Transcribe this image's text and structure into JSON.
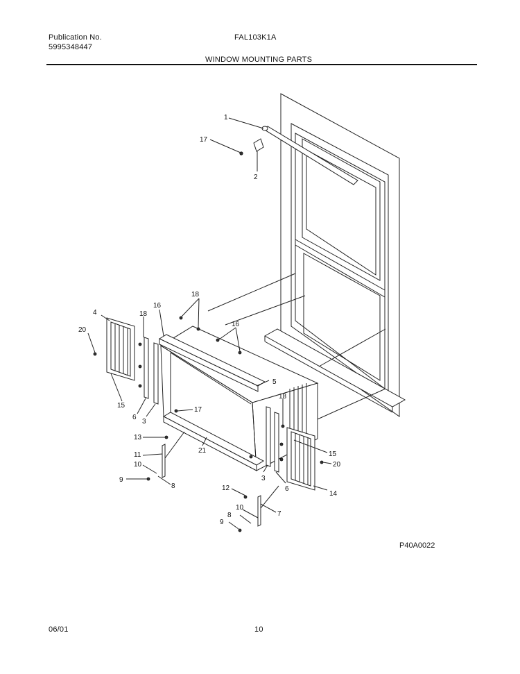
{
  "header": {
    "publication_label": "Publication No.",
    "publication_number": "5995348447",
    "model": "FAL103K1A",
    "section_title": "WINDOW MOUNTING PARTS"
  },
  "figure": {
    "code": "P40A0022",
    "callouts": {
      "c1": "1",
      "c2": "2",
      "c3a": "3",
      "c3b": "3",
      "c4": "4",
      "c5": "5",
      "c6a": "6",
      "c6b": "6",
      "c7": "7",
      "c8a": "8",
      "c8b": "8",
      "c9a": "9",
      "c9b": "9",
      "c10a": "10",
      "c10b": "10",
      "c11": "11",
      "c12": "12",
      "c13": "13",
      "c14": "14",
      "c15a": "15",
      "c15b": "15",
      "c16a": "16",
      "c16b": "16",
      "c17a": "17",
      "c17b": "17",
      "c18a": "18",
      "c18b": "18",
      "c18c": "18",
      "c20a": "20",
      "c20b": "20",
      "c21": "21"
    }
  },
  "footer": {
    "date": "06/01",
    "page": "10"
  }
}
